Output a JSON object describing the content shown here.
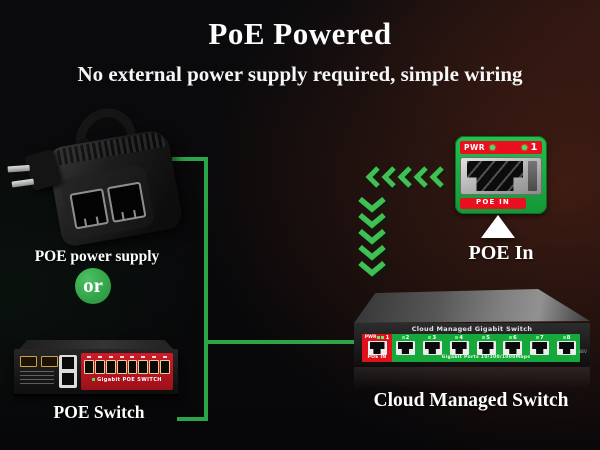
{
  "title": "PoE Powered",
  "subtitle": "No external power supply required, simple wiring",
  "colors": {
    "background": "#0a0a0c",
    "cable_green": "#2ba548",
    "chevron_green": "#3ec152",
    "badge_green": "#2f9e44",
    "port_red": "#e0111b",
    "panel_green": "#17a83b",
    "poe_switch_red": "#c41420"
  },
  "or_badge": {
    "label": "or"
  },
  "power_supply": {
    "caption": "POE power supply"
  },
  "poe_switch": {
    "caption": "POE Switch",
    "panel_text": "Gigabit POE SWITCH",
    "port_count": 8
  },
  "poe_in_graphic": {
    "pwr_label": "PWR",
    "port_number": "1",
    "poe_in_label": "POE IN",
    "caption": "POE In"
  },
  "cloud_switch": {
    "caption": "Cloud Managed Switch",
    "panel_title": "Cloud Managed Gigabit Switch",
    "pwr_label": "PWR",
    "poe_in_label": "POE IN",
    "port_numbers": [
      "1",
      "2",
      "3",
      "4",
      "5",
      "6",
      "7",
      "8"
    ],
    "ports_text": "Gigabit Ports 10/100/1000Mbps",
    "voltage_text": "48V"
  },
  "arrows": {
    "left_chevrons": 5,
    "down_chevrons": 5
  }
}
